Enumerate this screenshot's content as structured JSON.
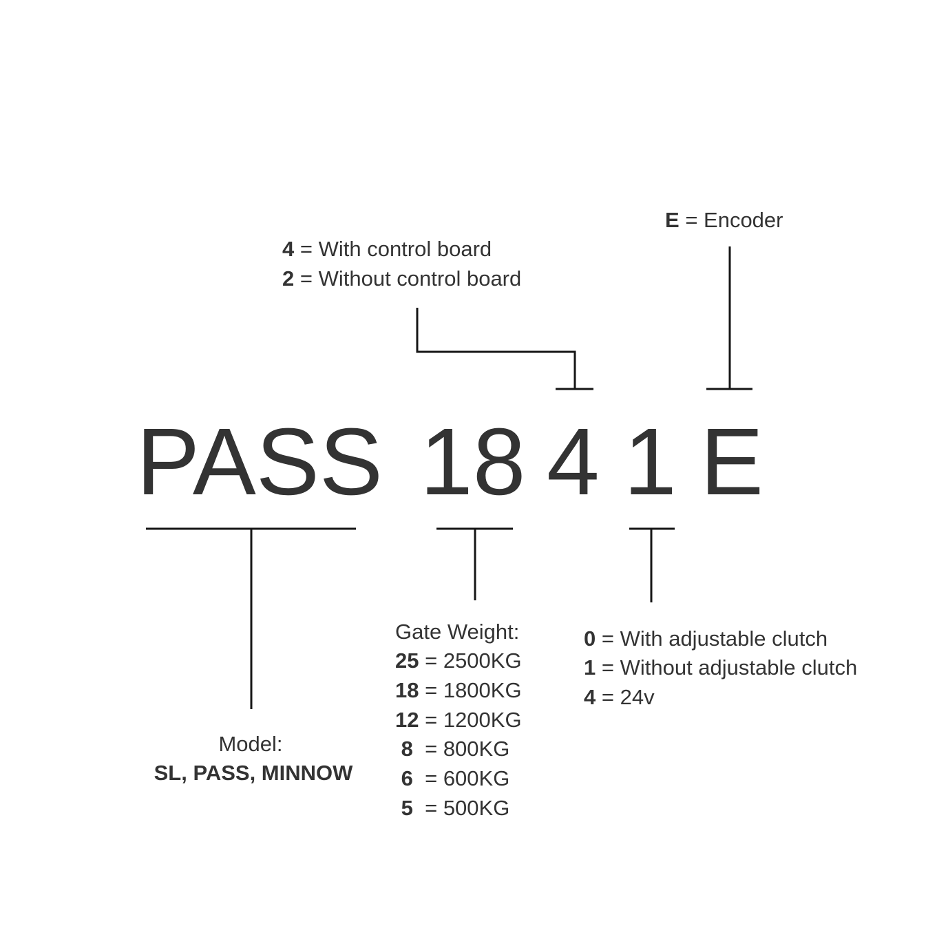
{
  "code": {
    "model": "PASS",
    "weight": "18",
    "board": "4",
    "clutch": "1",
    "encoder": "E"
  },
  "board_options": [
    {
      "key": "4",
      "label": "= With control board"
    },
    {
      "key": "2",
      "label": "= Without control board"
    }
  ],
  "encoder_option": {
    "key": "E",
    "label": "= Encoder"
  },
  "weight": {
    "title": "Gate Weight:",
    "options": [
      {
        "key": "25",
        "label": "= 2500KG"
      },
      {
        "key": "18",
        "label": "= 1800KG"
      },
      {
        "key": "12",
        "label": "= 1200KG"
      },
      {
        "key": " 8",
        "label": " = 800KG"
      },
      {
        "key": " 6",
        "label": " = 600KG"
      },
      {
        "key": " 5",
        "label": " = 500KG"
      }
    ]
  },
  "clutch_options": [
    {
      "key": "0",
      "label": "= With adjustable clutch"
    },
    {
      "key": "1",
      "label": "= Without adjustable clutch"
    },
    {
      "key": "4",
      "label": "= 24v"
    }
  ],
  "model": {
    "title": "Model:",
    "values": "SL, PASS, MINNOW"
  }
}
